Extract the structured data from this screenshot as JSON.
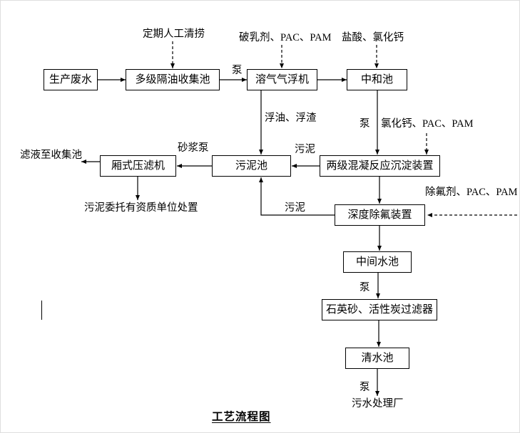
{
  "title": "工艺流程图",
  "boxes": {
    "production_wastewater": "生产废水",
    "oil_separation": "多级隔油收集池",
    "air_flotation": "溶气气浮机",
    "neutralization": "中和池",
    "coagulation_sedimentation": "两级混凝反应沉淀装置",
    "sludge_tank": "污泥池",
    "filter_press": "厢式压滤机",
    "fluoride_removal": "深度除氟装置",
    "intermediate_tank": "中间水池",
    "sand_carbon_filter": "石英砂、活性炭过滤器",
    "clean_water_tank": "清水池"
  },
  "labels": {
    "manual_cleaning": "定期人工清捞",
    "demulsifier_pac_pam": "破乳剂、PAC、PAM",
    "hcl_cacl": "盐酸、氯化钙",
    "pump_top": "泵",
    "floating_oil_scum": "浮油、浮渣",
    "pump_mid": "泵",
    "cacl_pac_pam": "氯化钙、PAC、PAM",
    "sludge_right": "污泥",
    "slurry_pump": "砂浆泵",
    "filtrate_to_tank": "滤液至收集池",
    "sludge_disposal": "污泥委托有资质单位处置",
    "fluoride_agent_pac_pam": "除氟剂、PAC、PAM",
    "sludge_return": "污泥",
    "pump_filter": "泵",
    "pump_out": "泵",
    "wwtp": "污水处理厂"
  }
}
